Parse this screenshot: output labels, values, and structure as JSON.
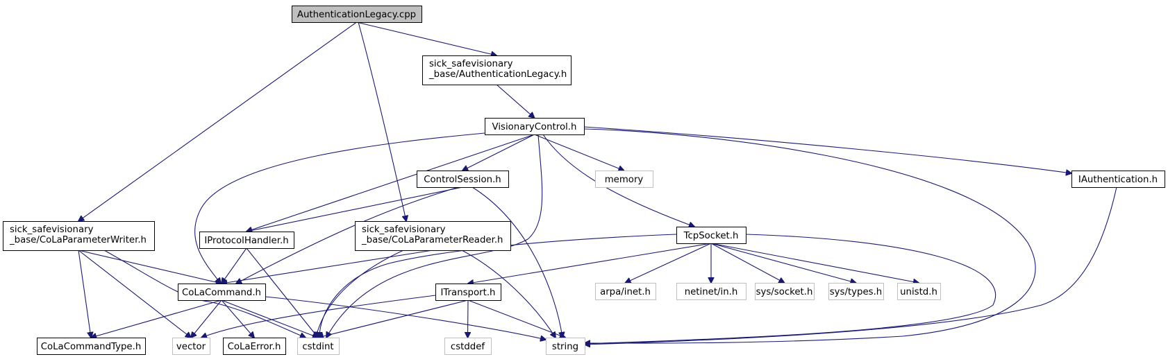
{
  "diagram": {
    "type": "include-dependency-graph",
    "root": "AuthenticationLegacy.cpp",
    "colors": {
      "root_fill": "#bfbfbf",
      "internal_border": "#000000",
      "external_border": "#bfbfbf",
      "edge": "#191970"
    },
    "nodes": {
      "root": {
        "lines": [
          "AuthenticationLegacy.cpp"
        ],
        "kind": "root"
      },
      "authlegacy_h": {
        "lines": [
          "sick_safevisionary",
          "_base/AuthenticationLegacy.h"
        ],
        "kind": "internal"
      },
      "visionarycontrol": {
        "lines": [
          "VisionaryControl.h"
        ],
        "kind": "internal"
      },
      "controlsession": {
        "lines": [
          "ControlSession.h"
        ],
        "kind": "internal"
      },
      "memory": {
        "lines": [
          "memory"
        ],
        "kind": "external"
      },
      "iauthentication": {
        "lines": [
          "IAuthentication.h"
        ],
        "kind": "internal"
      },
      "paramwriter": {
        "lines": [
          "sick_safevisionary",
          "_base/CoLaParameterWriter.h"
        ],
        "kind": "internal"
      },
      "iprotocolhandler": {
        "lines": [
          "IProtocolHandler.h"
        ],
        "kind": "internal"
      },
      "paramreader": {
        "lines": [
          "sick_safevisionary",
          "_base/CoLaParameterReader.h"
        ],
        "kind": "internal"
      },
      "tcpsocket": {
        "lines": [
          "TcpSocket.h"
        ],
        "kind": "internal"
      },
      "colacommand": {
        "lines": [
          "CoLaCommand.h"
        ],
        "kind": "internal"
      },
      "itransport": {
        "lines": [
          "ITransport.h"
        ],
        "kind": "internal"
      },
      "arpainet": {
        "lines": [
          "arpa/inet.h"
        ],
        "kind": "external"
      },
      "netinetin": {
        "lines": [
          "netinet/in.h"
        ],
        "kind": "external"
      },
      "syssocket": {
        "lines": [
          "sys/socket.h"
        ],
        "kind": "external"
      },
      "systypes": {
        "lines": [
          "sys/types.h"
        ],
        "kind": "external"
      },
      "unistd": {
        "lines": [
          "unistd.h"
        ],
        "kind": "external"
      },
      "colacommandtype": {
        "lines": [
          "CoLaCommandType.h"
        ],
        "kind": "internal"
      },
      "vector": {
        "lines": [
          "vector"
        ],
        "kind": "external"
      },
      "colaerror": {
        "lines": [
          "CoLaError.h"
        ],
        "kind": "internal"
      },
      "cstdint": {
        "lines": [
          "cstdint"
        ],
        "kind": "external"
      },
      "cstddef": {
        "lines": [
          "cstddef"
        ],
        "kind": "external"
      },
      "string": {
        "lines": [
          "string"
        ],
        "kind": "external"
      }
    },
    "edges": [
      [
        "root",
        "authlegacy_h"
      ],
      [
        "root",
        "paramwriter"
      ],
      [
        "root",
        "paramreader"
      ],
      [
        "authlegacy_h",
        "visionarycontrol"
      ],
      [
        "visionarycontrol",
        "controlsession"
      ],
      [
        "visionarycontrol",
        "memory"
      ],
      [
        "visionarycontrol",
        "iauthentication"
      ],
      [
        "visionarycontrol",
        "iprotocolhandler"
      ],
      [
        "visionarycontrol",
        "colacommand"
      ],
      [
        "visionarycontrol",
        "tcpsocket"
      ],
      [
        "visionarycontrol",
        "cstdint"
      ],
      [
        "visionarycontrol",
        "string"
      ],
      [
        "controlsession",
        "iprotocolhandler"
      ],
      [
        "controlsession",
        "colacommand"
      ],
      [
        "controlsession",
        "string"
      ],
      [
        "iauthentication",
        "string"
      ],
      [
        "paramwriter",
        "colacommand"
      ],
      [
        "paramwriter",
        "colacommandtype"
      ],
      [
        "paramwriter",
        "vector"
      ],
      [
        "paramwriter",
        "cstdint"
      ],
      [
        "iprotocolhandler",
        "colacommand"
      ],
      [
        "iprotocolhandler",
        "cstdint"
      ],
      [
        "paramreader",
        "colacommand"
      ],
      [
        "paramreader",
        "cstdint"
      ],
      [
        "paramreader",
        "string"
      ],
      [
        "tcpsocket",
        "itransport"
      ],
      [
        "tcpsocket",
        "arpainet"
      ],
      [
        "tcpsocket",
        "netinetin"
      ],
      [
        "tcpsocket",
        "syssocket"
      ],
      [
        "tcpsocket",
        "systypes"
      ],
      [
        "tcpsocket",
        "unistd"
      ],
      [
        "tcpsocket",
        "cstdint"
      ],
      [
        "tcpsocket",
        "string"
      ],
      [
        "colacommand",
        "colacommandtype"
      ],
      [
        "colacommand",
        "vector"
      ],
      [
        "colacommand",
        "colaerror"
      ],
      [
        "colacommand",
        "cstdint"
      ],
      [
        "colacommand",
        "string"
      ],
      [
        "itransport",
        "vector"
      ],
      [
        "itransport",
        "cstdint"
      ],
      [
        "itransport",
        "cstddef"
      ],
      [
        "itransport",
        "string"
      ]
    ]
  }
}
